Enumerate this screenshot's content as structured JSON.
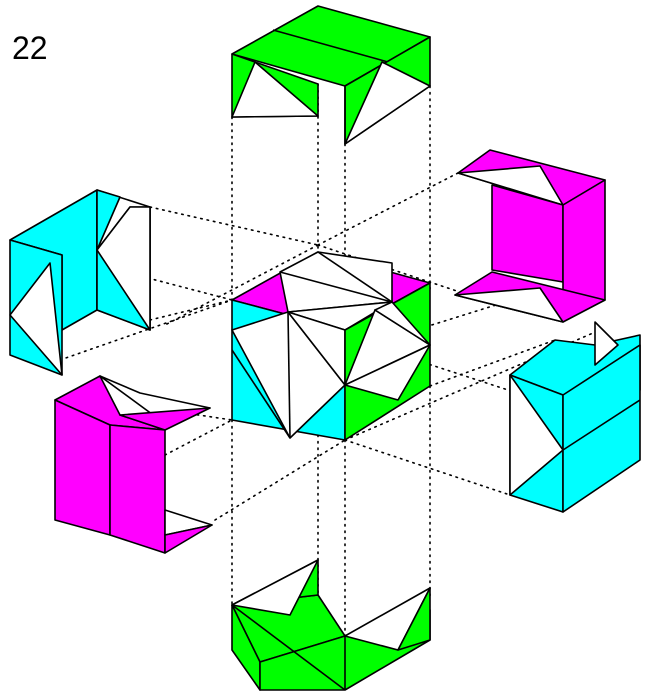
{
  "figure": {
    "label": "22"
  },
  "colors": {
    "top": "#00ff00",
    "right": "#ff00ff",
    "left": "#00ffff",
    "blank": "#ffffff",
    "line": "#000000"
  },
  "pieces": [
    {
      "name": "top-piece",
      "color_key": "top"
    },
    {
      "name": "right-top-piece",
      "color_key": "right"
    },
    {
      "name": "right-bottom-piece",
      "color_key": "left"
    },
    {
      "name": "bottom-piece",
      "color_key": "top"
    },
    {
      "name": "left-bottom-piece",
      "color_key": "right"
    },
    {
      "name": "left-top-piece",
      "color_key": "left"
    },
    {
      "name": "center-cube",
      "color_key": "top"
    }
  ]
}
